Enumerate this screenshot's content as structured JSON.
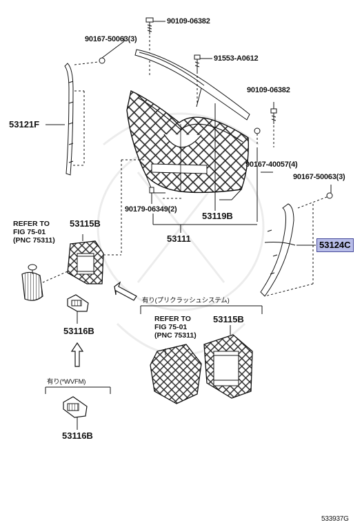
{
  "parts": {
    "p1": "90109-06382",
    "p2": "90167-50063(3)",
    "p3": "91553-A0612",
    "p4": "90109-06382",
    "p5": "53121F",
    "p6": "90167-40057(4)",
    "p7": "90167-50063(3)",
    "p8": "90179-06349(2)",
    "p9": "53119B",
    "p10": "53111",
    "p11": "53124C",
    "p12": "53115B",
    "p13": "53116B",
    "p14": "53115B",
    "p15": "53116B"
  },
  "refer_left": {
    "line1": "REFER TO",
    "line2": "FIG 75-01",
    "line3": "(PNC 75311)"
  },
  "refer_right": {
    "line1": "REFER TO",
    "line2": "FIG 75-01",
    "line3": "(PNC 75311)"
  },
  "notes": {
    "precrash": "有り(プリクラッシュシステム)",
    "wvfm": "有り(*WVFM)"
  },
  "figure_code": "533937G",
  "colors": {
    "highlight_fill": "#b8bde8",
    "highlight_border": "#44489a",
    "line": "#111111"
  }
}
